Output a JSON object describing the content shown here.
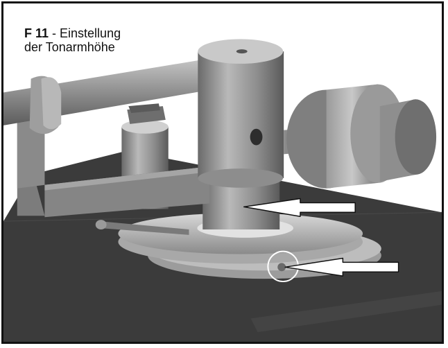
{
  "figure": {
    "number": "F 11",
    "title_rest": " - Einstellung",
    "title_line2": "der Tonarmhöhe"
  },
  "colors": {
    "frame": "#111111",
    "plinth": "#3a3a3a",
    "metal_light": "#bdbdbd",
    "metal_mid": "#8f8f8f",
    "metal_dark": "#5e5e5e",
    "arrow_fill": "#ffffff"
  },
  "icons": [
    "arrow-pointer",
    "highlight-circle"
  ]
}
